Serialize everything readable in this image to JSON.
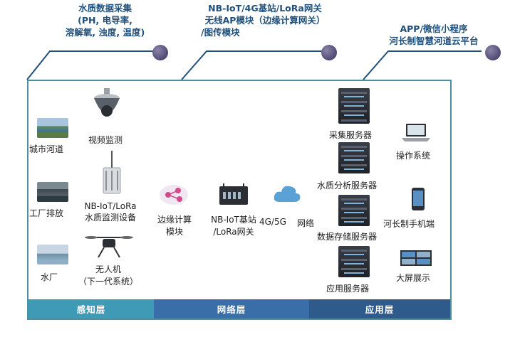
{
  "callouts": {
    "left": {
      "lines": [
        "水质数据采集",
        "(PH, 电导率,",
        "溶解氧, 浊度, 温度)"
      ]
    },
    "middle": {
      "lines": [
        "NB-IoT/4G基站/LoRa网关",
        "无线AP模块（边缘计算网关）",
        "/图传模块"
      ]
    },
    "right": {
      "lines": [
        "APP/微信小程序",
        "河长制智慧河道云平台"
      ]
    }
  },
  "sources": {
    "city_river": "城市河道",
    "factory": "工厂排放",
    "waterworks": "水厂"
  },
  "devices": {
    "video": "视频监测",
    "sensor_line1": "NB-IoT/LoRa",
    "sensor_line2": "水质监测设备",
    "drone_line1": "无人机",
    "drone_line2": "（下一代系统）"
  },
  "network": {
    "edge_line1": "边缘计算",
    "edge_line2": "模块",
    "gateway_line1": "NB-IoT基站",
    "gateway_line2": "/LoRa网关",
    "link": "4G/5G",
    "net": "网络"
  },
  "servers": [
    "采集服务器",
    "水质分析服务器",
    "数据存储服务器",
    "应用服务器"
  ],
  "clients": [
    "操作系统",
    "河长制手机端",
    "大屏展示"
  ],
  "bands": {
    "perception": "感知层",
    "network": "网络层",
    "application": "应用层"
  },
  "colors": {
    "band_perception": "#3f9ab5",
    "band_network": "#3a6ea8",
    "band_application": "#2e5a8c",
    "frame": "#4a8fa0",
    "callout_text": "#1f4f7a"
  }
}
